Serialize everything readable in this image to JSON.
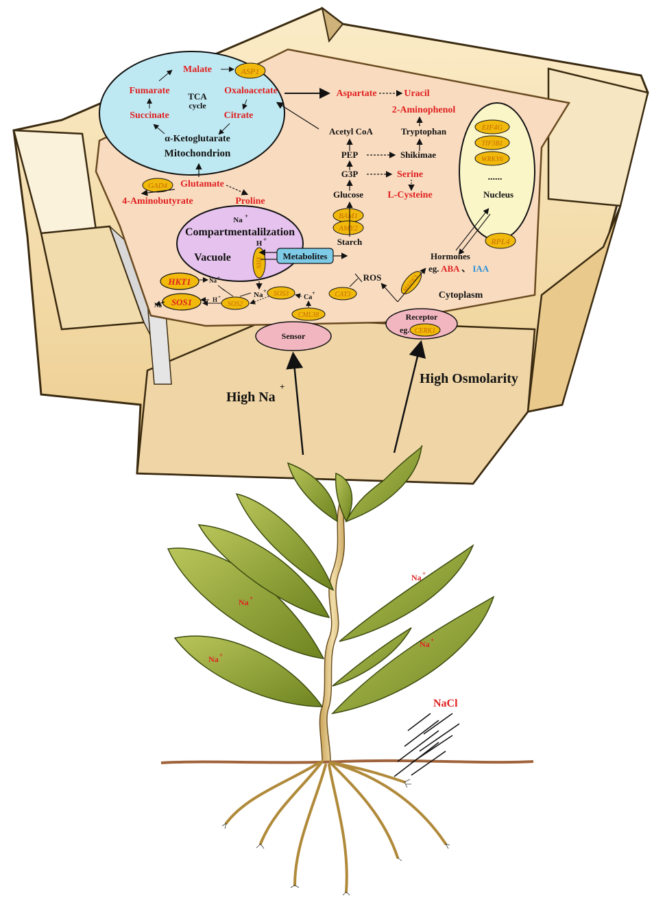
{
  "colors": {
    "cell_wall": "#f5deb3",
    "cell_wall_edge": "#3a2a10",
    "cytoplasm": "#f9dcc0",
    "mitochondrion": "#bfe9f2",
    "vacuole": "#e6c2ee",
    "nucleus": "#fbf6c8",
    "membrane_protein": "#f2b6c0",
    "gene_oval": "#f0b90c",
    "metabolites_box": "#7ecbe8",
    "leaf": "#8fa233",
    "soil": "#a0643c",
    "highlight": "#e02020",
    "ion_blue": "#2b8fd6"
  },
  "mitochondrion": {
    "title": "Mitochondrion",
    "tca_line1": "TCA",
    "tca_line2": "cycle",
    "malate": "Malate",
    "oxaloacetate": "Oxaloacetate",
    "citrate": "Citrate",
    "ketoglutarate": "α-Ketoglutarate",
    "succinate": "Succinate",
    "fumarate": "Fumarate",
    "asp1": "ASP1"
  },
  "pathway": {
    "aspartate": "Aspartate",
    "uracil": "Uracil",
    "aminophenol": "2-Aminophenol",
    "acetyl_coa": "Acetyl CoA",
    "tryptophan": "Tryptophan",
    "pep": "PEP",
    "shikimate": "Shikimae",
    "g3p": "G3P",
    "serine": "Serine",
    "glucose": "Glucose",
    "cysteine": "L-Cysteine",
    "bam1": "BAM1",
    "amy2": "AMY2",
    "starch": "Starch",
    "glutamate": "Glutamate",
    "gad4": "GAD4",
    "aminobutyrate": "4-Aminobutyrate",
    "proline": "Proline"
  },
  "nucleus": {
    "eif4g": "EIF4G",
    "tif3b1": "TIF3B1",
    "wrky": "WRKY6",
    "dots": "......",
    "label": "Nucleus"
  },
  "vacuole": {
    "na": "Na",
    "compart": "Compartmentalilzation",
    "h": "H",
    "label": "Vacuole",
    "nhx": "NHX",
    "metabolites": "Metabolites"
  },
  "ion_transport": {
    "hkt1": "HKT1",
    "sos1": "SOS1",
    "sos2": "SOS2",
    "sos3": "SOS3",
    "na_a": "Na",
    "na_b": "Na",
    "na_c": "Na",
    "h_a": "H",
    "ca": "Ca",
    "cml38": "CML38",
    "plus": "+"
  },
  "signaling": {
    "cat3": "CAT3",
    "ros": "ROS",
    "mapk": "MAPK3",
    "hormones": "Hormones",
    "eg": "eg.",
    "aba": "ABA",
    "sep": "、",
    "iaa": "IAA",
    "rpl4": "RPL4",
    "cytoplasm": "Cytoplasm"
  },
  "membrane": {
    "sensor": "Sensor",
    "receptor": "Receptor",
    "receptor_eg": "eg.",
    "cerk1": "CERK1"
  },
  "stress": {
    "high_na": "High Na",
    "high_osmolarity": "High Osmolarity",
    "nacl": "NaCl",
    "leaf_na": "Na"
  }
}
